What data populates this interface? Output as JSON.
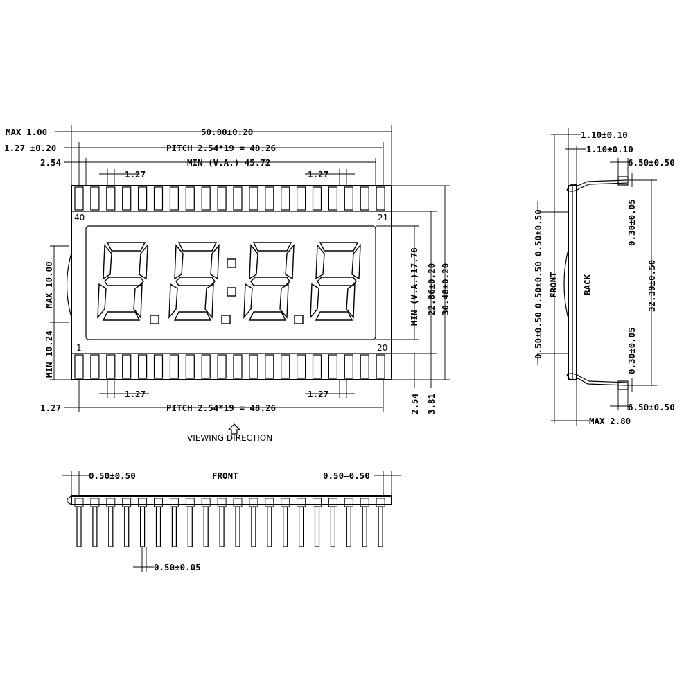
{
  "front": {
    "dims": {
      "max_thickness": "MAX 1.00",
      "pin_offset_top": "1.27 ±0.20",
      "edge_offset": "2.54",
      "overall_width": "50.80±0.20",
      "pitch_top": "PITCH 2.54*19 = 48.26",
      "view_area_width": "MIN (V.A.) 45.72",
      "pin_width_tl": "1.27",
      "pin_width_tr": "1.27",
      "pin_width_bl": "1.27",
      "pin_width_br": "1.27",
      "pin_offset_bottom": "1.27",
      "pitch_bottom": "PITCH 2.54*19 = 48.26",
      "view_area_height": "MIN (V.A.)17.78",
      "body_height": "22.86±0.20",
      "overall_height": "30.48±0.20",
      "bottom_offset_a": "2.54",
      "bottom_offset_b": "3.81",
      "max_left": "MAX 10.00",
      "min_left": "MIN 10.24"
    },
    "pins": {
      "p40": "40",
      "p21": "21",
      "p1": "1",
      "p20": "20"
    },
    "viewing_direction": "VIEWING DIRECTION",
    "pin_count": 20
  },
  "side": {
    "dims": {
      "top_a": "1.10±0.10",
      "top_b": "1.10±0.10",
      "lead_top": "6.50±0.50",
      "lead_bottom": "6.50±0.50",
      "thickness_top": "0.30±0.05",
      "thickness_bottom": "0.30±0.05",
      "span": "32.39±0.50",
      "left_top": "0.50±0.50",
      "right_top": "0.50±0.50",
      "left_bottom": "0.50±0.50",
      "max_depth": "MAX 2.80"
    },
    "labels": {
      "front": "FRONT",
      "back": "BACK"
    }
  },
  "bottom": {
    "dims": {
      "left": "0.50±0.50",
      "right": "0.50–0.50",
      "pin_width": "0.50±0.05"
    },
    "labels": {
      "front": "FRONT"
    },
    "pin_count": 20
  }
}
